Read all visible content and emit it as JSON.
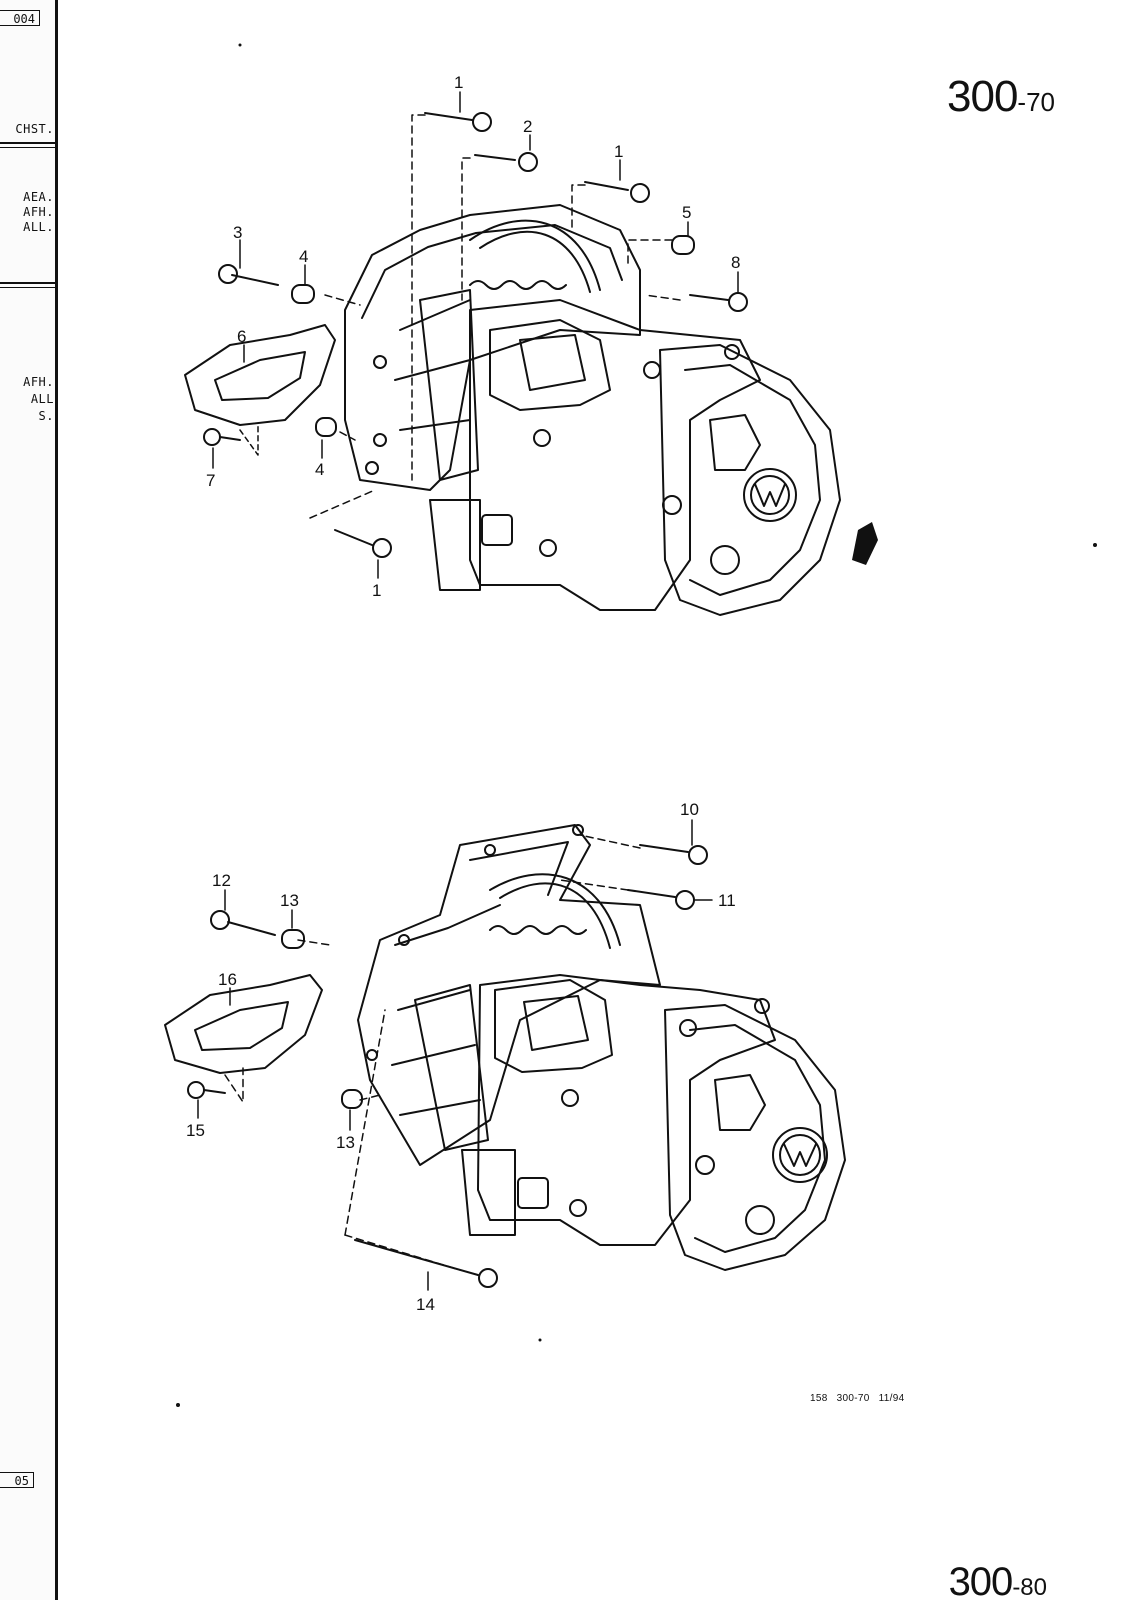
{
  "page": {
    "number_main": "300",
    "number_suffix": "-70",
    "next_number_main": "300",
    "next_number_suffix": "-80",
    "drawing_ref": "158  300-70  11/94"
  },
  "left_strip": {
    "box_top": "004",
    "line_1": "CHST.",
    "block_2": [
      "AEA.",
      "AFH.",
      "ALL."
    ],
    "block_3": [
      "AFH.",
      "ALL",
      "S."
    ],
    "box_bottom": "05"
  },
  "top_diagram": {
    "callouts": [
      "1",
      "2",
      "1",
      "5",
      "3",
      "4",
      "8",
      "6",
      "7",
      "4",
      "1"
    ]
  },
  "bottom_diagram": {
    "callouts": [
      "10",
      "11",
      "12",
      "13",
      "16",
      "15",
      "13",
      "14"
    ]
  },
  "colors": {
    "ink": "#111111",
    "paper": "#ffffff"
  }
}
